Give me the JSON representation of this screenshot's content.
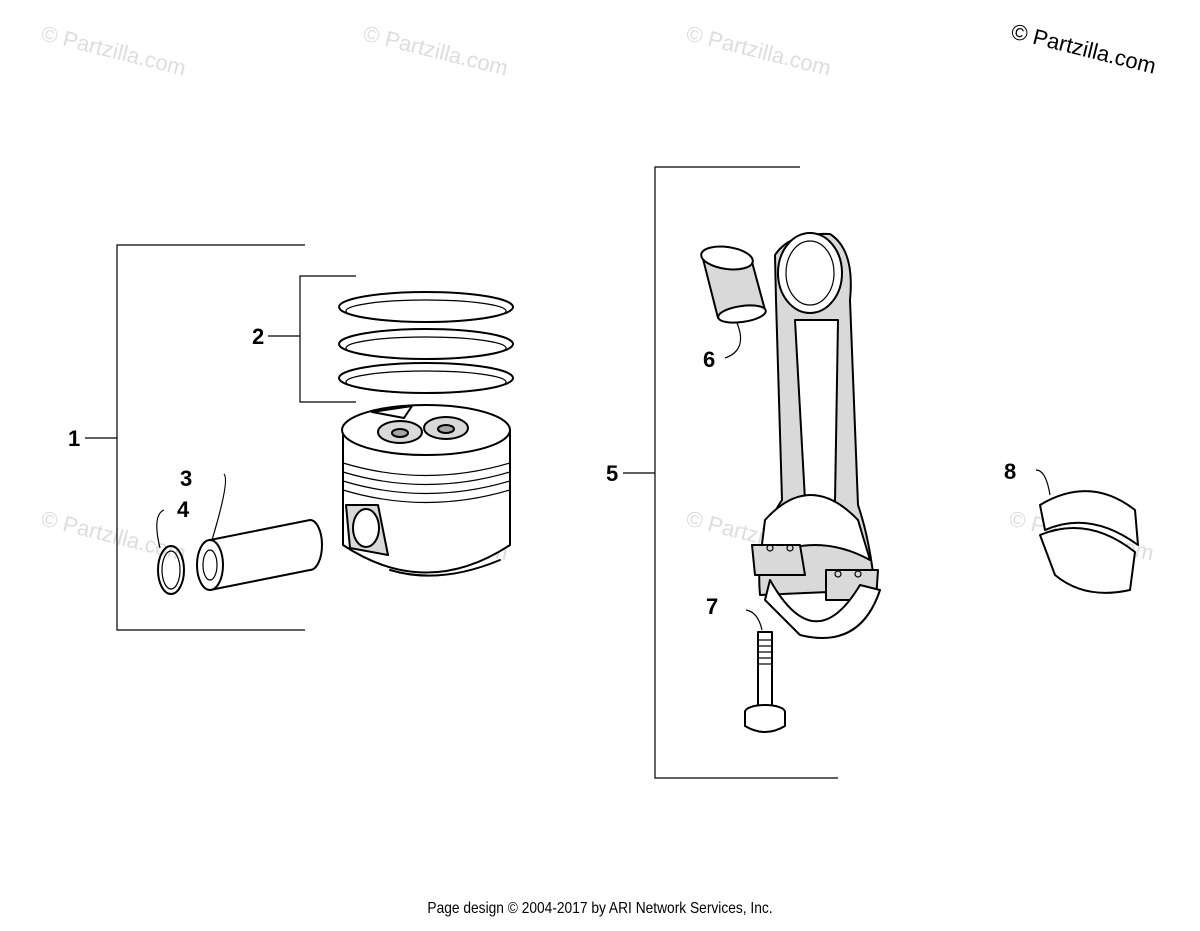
{
  "watermark": {
    "text": "© Partzilla.com",
    "corner_text": "© Partzilla.com"
  },
  "callouts": {
    "c1": "1",
    "c2": "2",
    "c3": "3",
    "c4": "4",
    "c5": "5",
    "c6": "6",
    "c7": "7",
    "c8": "8"
  },
  "footer": {
    "copyright": "Page design © 2004-2017 by ARI Network Services, Inc."
  },
  "colors": {
    "line": "#000000",
    "shade": "#d9d9d9",
    "watermark": "#dddddd"
  }
}
